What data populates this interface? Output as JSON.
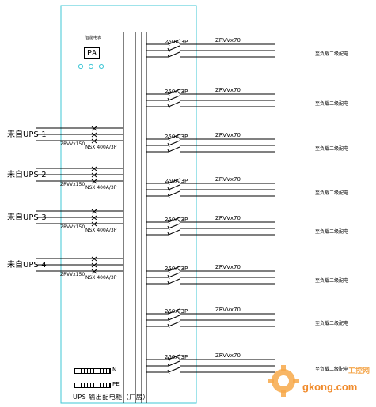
{
  "cabinet": {
    "meter_label": "智能电表",
    "meter_symbol": "PA",
    "footer_text": "UPS 输出配电柜（厂房）",
    "terminal_n": "N",
    "terminal_pe": "PE"
  },
  "inputs": [
    {
      "source": "来自UPS-1",
      "cable": "ZRVVx150",
      "breaker": "NSX 400A/3P"
    },
    {
      "source": "来自UPS-2",
      "cable": "ZRVVx150",
      "breaker": "NSX 400A/3P"
    },
    {
      "source": "来自UPS-3",
      "cable": "ZRVVx150",
      "breaker": "NSX 400A/3P"
    },
    {
      "source": "来自UPS-4",
      "cable": "ZRVVx150",
      "breaker": "NSX 400A/3P"
    }
  ],
  "outputs": [
    {
      "breaker": "250A/3P",
      "cable": "ZRVVx70",
      "dest": "至负载二级配电"
    },
    {
      "breaker": "250A/3P",
      "cable": "ZRVVx70",
      "dest": "至负载二级配电"
    },
    {
      "breaker": "250A/3P",
      "cable": "ZRVVx70",
      "dest": "至负载二级配电"
    },
    {
      "breaker": "250A/3P",
      "cable": "ZRVVx70",
      "dest": "至负载二级配电"
    },
    {
      "breaker": "250A/3P",
      "cable": "ZRVVx70",
      "dest": "至负载二级配电"
    },
    {
      "breaker": "250A/3P",
      "cable": "ZRVVx70",
      "dest": "至负载二级配电"
    },
    {
      "breaker": "250A/3P",
      "cable": "ZRVVx70",
      "dest": "至负载二级配电"
    },
    {
      "breaker": "250A/3P",
      "cable": "ZRVVx70",
      "dest": "至负载二级配电"
    }
  ],
  "watermark": {
    "site": "gkong.com",
    "brand": "工控网"
  }
}
